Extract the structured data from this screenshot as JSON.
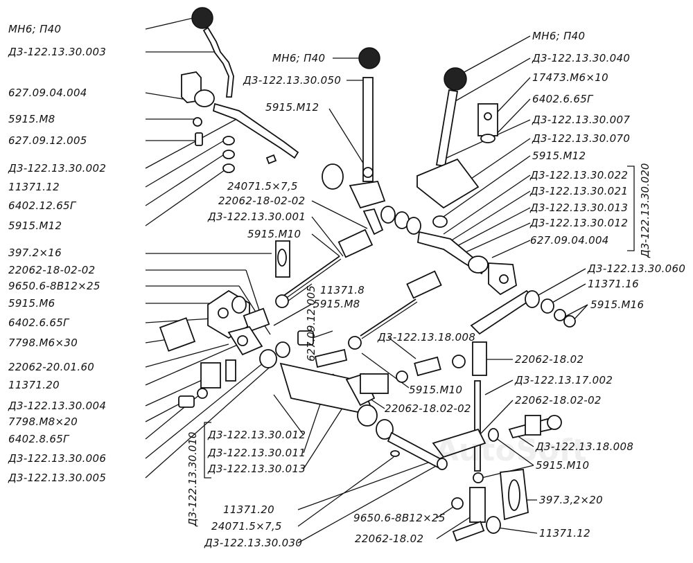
{
  "watermark": "AutoSoft",
  "labels": {
    "l00": "МН6; П40",
    "l01": "Д3-122.13.30.003",
    "l02": "627.09.04.004",
    "l03": "5915.М8",
    "l04": "627.09.12.005",
    "l05": "Д3-122.13.30.002",
    "l06": "11371.12",
    "l07": "6402.12.65Г",
    "l08": "5915.М12",
    "l09": "397.2×16",
    "l10": "22062-18-02-02",
    "l11": "9650.6-8В12×25",
    "l12": "5915.М6",
    "l13": "6402.6.65Г",
    "l14": "7798.М6×30",
    "l15": "22062-20.01.60",
    "l16": "11371.20",
    "l17": "Д3-122.13.30.004",
    "l18": "7798.М8×20",
    "l19": "6402.8.65Г",
    "l20": "Д3-122.13.30.006",
    "l21": "Д3-122.13.30.005",
    "m01": "МН6; П40",
    "m02": "Д3-122.13.30.050",
    "m03": "5915.М12",
    "m04": "24071.5×7,5",
    "m05": "22062-18-02-02",
    "m06": "Д3-122.13.30.001",
    "m07": "5915.М10",
    "m08": "11371.8",
    "m09": "5915.М8",
    "m10": "627.09.12.005",
    "m11": "Д3-122.13.18.008",
    "m12": "5915.М10",
    "m13": "22062-18.02-02",
    "m14": "Д3-122.13.30.012",
    "m15": "Д3-122.13.30.011",
    "m16": "Д3-122.13.30.013",
    "m17": "11371.20",
    "m18": "24071.5×7,5",
    "m19": "Д3-122.13.30.030",
    "m20": "9650.6-8В12×25",
    "m21": "22062-18.02",
    "r01": "МН6; П40",
    "r02": "Д3-122.13.30.040",
    "r03": "17473.М6×10",
    "r04": "6402.6.65Г",
    "r05": "Д3-122.13.30.007",
    "r06": "Д3-122.13.30.070",
    "r07": "5915.М12",
    "r08": "Д3-122.13.30.022",
    "r09": "Д3-122.13.30.021",
    "r10": "Д3-122.13.30.013",
    "r11": "Д3-122.13.30.012",
    "r12": "627.09.04.004",
    "r13": "Д3-122.13.30.060",
    "r14": "11371.16",
    "r15": "5915.М16",
    "r16": "22062-18.02",
    "r17": "Д3-122.13.17.002",
    "r18": "22062-18.02-02",
    "r19": "Д3-122.13.18.008",
    "r20": "5915.М10",
    "r21": "397.3,2×20",
    "r22": "11371.12"
  },
  "groups": {
    "right_bracket": "Д3-122.13.30.020",
    "left_bracket": "Д3-122.13.30.010"
  }
}
